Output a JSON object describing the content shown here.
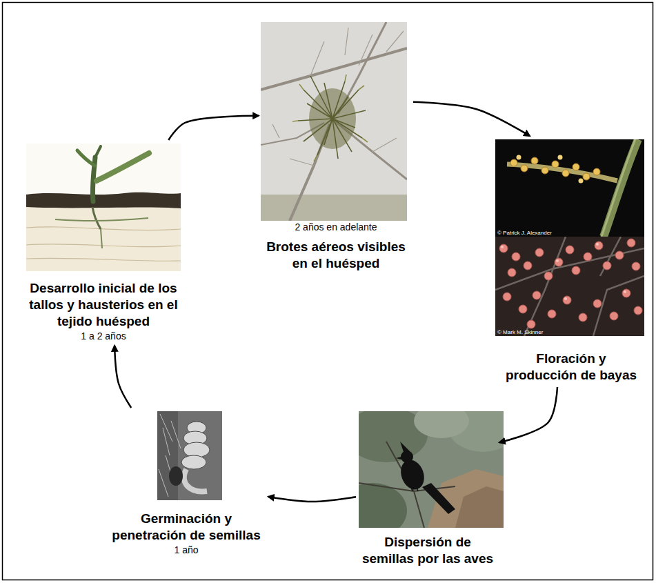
{
  "diagram": {
    "nodes": [
      {
        "text": [
          "2 años en adelante",
          "Brotes aéreos visibles en el huésped"
        ]
      },
      {
        "text": [
          "Floración y producción de bayas"
        ]
      },
      {
        "text": [
          "Dispersión de semillas por las aves"
        ]
      },
      {
        "text": [
          "Germinación y penetración de semillas",
          "1 año"
        ]
      },
      {
        "text": [
          "Desarrollo inicial de los tallos y hausterios en el tejido huésped",
          "1 a 2 años"
        ]
      }
    ],
    "edges": [
      {
        "from": 0,
        "to": 1,
        "arrow": "to"
      },
      {
        "from": 1,
        "to": 2,
        "arrow": "to"
      },
      {
        "from": 2,
        "to": 3,
        "arrow": "to"
      },
      {
        "from": 3,
        "to": 4,
        "arrow": "to"
      },
      {
        "from": 4,
        "to": 0,
        "arrow": "to"
      }
    ],
    "labels": [
      "© Patrick J. Alexander",
      "© Mark M. Skinner"
    ]
  }
}
